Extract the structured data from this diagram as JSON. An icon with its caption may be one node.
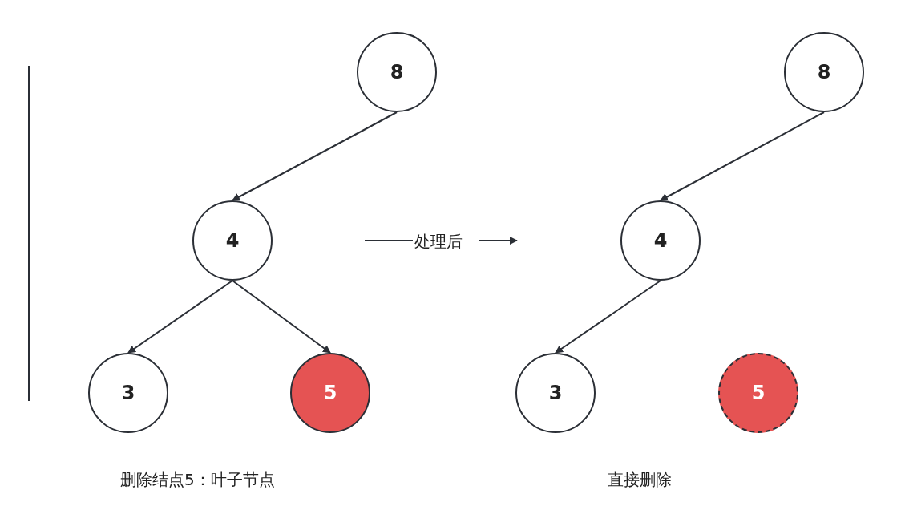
{
  "diagram": {
    "nodes": [
      {
        "text": [
          "8"
        ]
      },
      {
        "text": [
          "4"
        ]
      },
      {
        "text": [
          "3"
        ]
      },
      {
        "text": [
          "5"
        ]
      },
      {
        "text": [
          "8"
        ]
      },
      {
        "text": [
          "4"
        ]
      },
      {
        "text": [
          "3"
        ]
      },
      {
        "text": [
          "5"
        ]
      }
    ],
    "edges": [
      {
        "from": 0,
        "to": 1,
        "arrow": "to"
      },
      {
        "from": 1,
        "to": 2,
        "arrow": "to"
      },
      {
        "from": 1,
        "to": 3,
        "arrow": "to"
      },
      {
        "from": 4,
        "to": 5,
        "arrow": "to"
      },
      {
        "from": 5,
        "to": 6,
        "arrow": "to"
      }
    ],
    "labels": [
      "处理后",
      "删除结点5：叶子节点",
      "直接删除"
    ]
  }
}
